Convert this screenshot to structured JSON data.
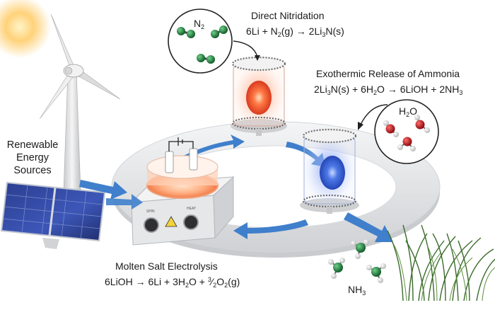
{
  "sources": {
    "line1": "Renewable",
    "line2": "Energy",
    "line3": "Sources"
  },
  "nitridation": {
    "title": "Direct Nitridation",
    "eq_lhs_a": "6Li + N",
    "eq_lhs_sub": "2",
    "eq_lhs_b": "(g)",
    "arrow": "→",
    "eq_rhs_a": "2Li",
    "eq_rhs_sub": "3",
    "eq_rhs_b": "N(s)",
    "bubble_label": "N",
    "bubble_sub": "2"
  },
  "release": {
    "title": "Exothermic Release of Ammonia",
    "eq_1a": "2Li",
    "eq_1sub": "3",
    "eq_1b": "N(s) + 6H",
    "eq_2sub": "2",
    "eq_2b": "O",
    "arrow": "→",
    "eq_3": "6LiOH + 2NH",
    "eq_3sub": "3",
    "bubble_label": "H",
    "bubble_sub": "2",
    "bubble_label_b": "O"
  },
  "electrolysis": {
    "title": "Molten Salt Electrolysis",
    "eq_a": "6LiOH",
    "arrow": "→",
    "eq_b": "6Li + 3H",
    "eq_bsub": "2",
    "eq_c": "O + ",
    "frac_num": "3",
    "frac_slash": "⁄",
    "frac_den": "2",
    "eq_d": "O",
    "eq_dsub": "2",
    "eq_e": "(g)",
    "knob_left": "SPIN",
    "knob_right": "HEAT"
  },
  "product": {
    "label": "NH",
    "sub": "3"
  },
  "colors": {
    "ring": "#e9eaec",
    "flow_arrow": "#3f7fcc",
    "hot_glow": "#ff6a3d",
    "cold_glow": "#3e6de0",
    "nitrogen": "#1f7a3a",
    "oxygen": "#b3141a",
    "hydrogen": "#eeeeee"
  }
}
